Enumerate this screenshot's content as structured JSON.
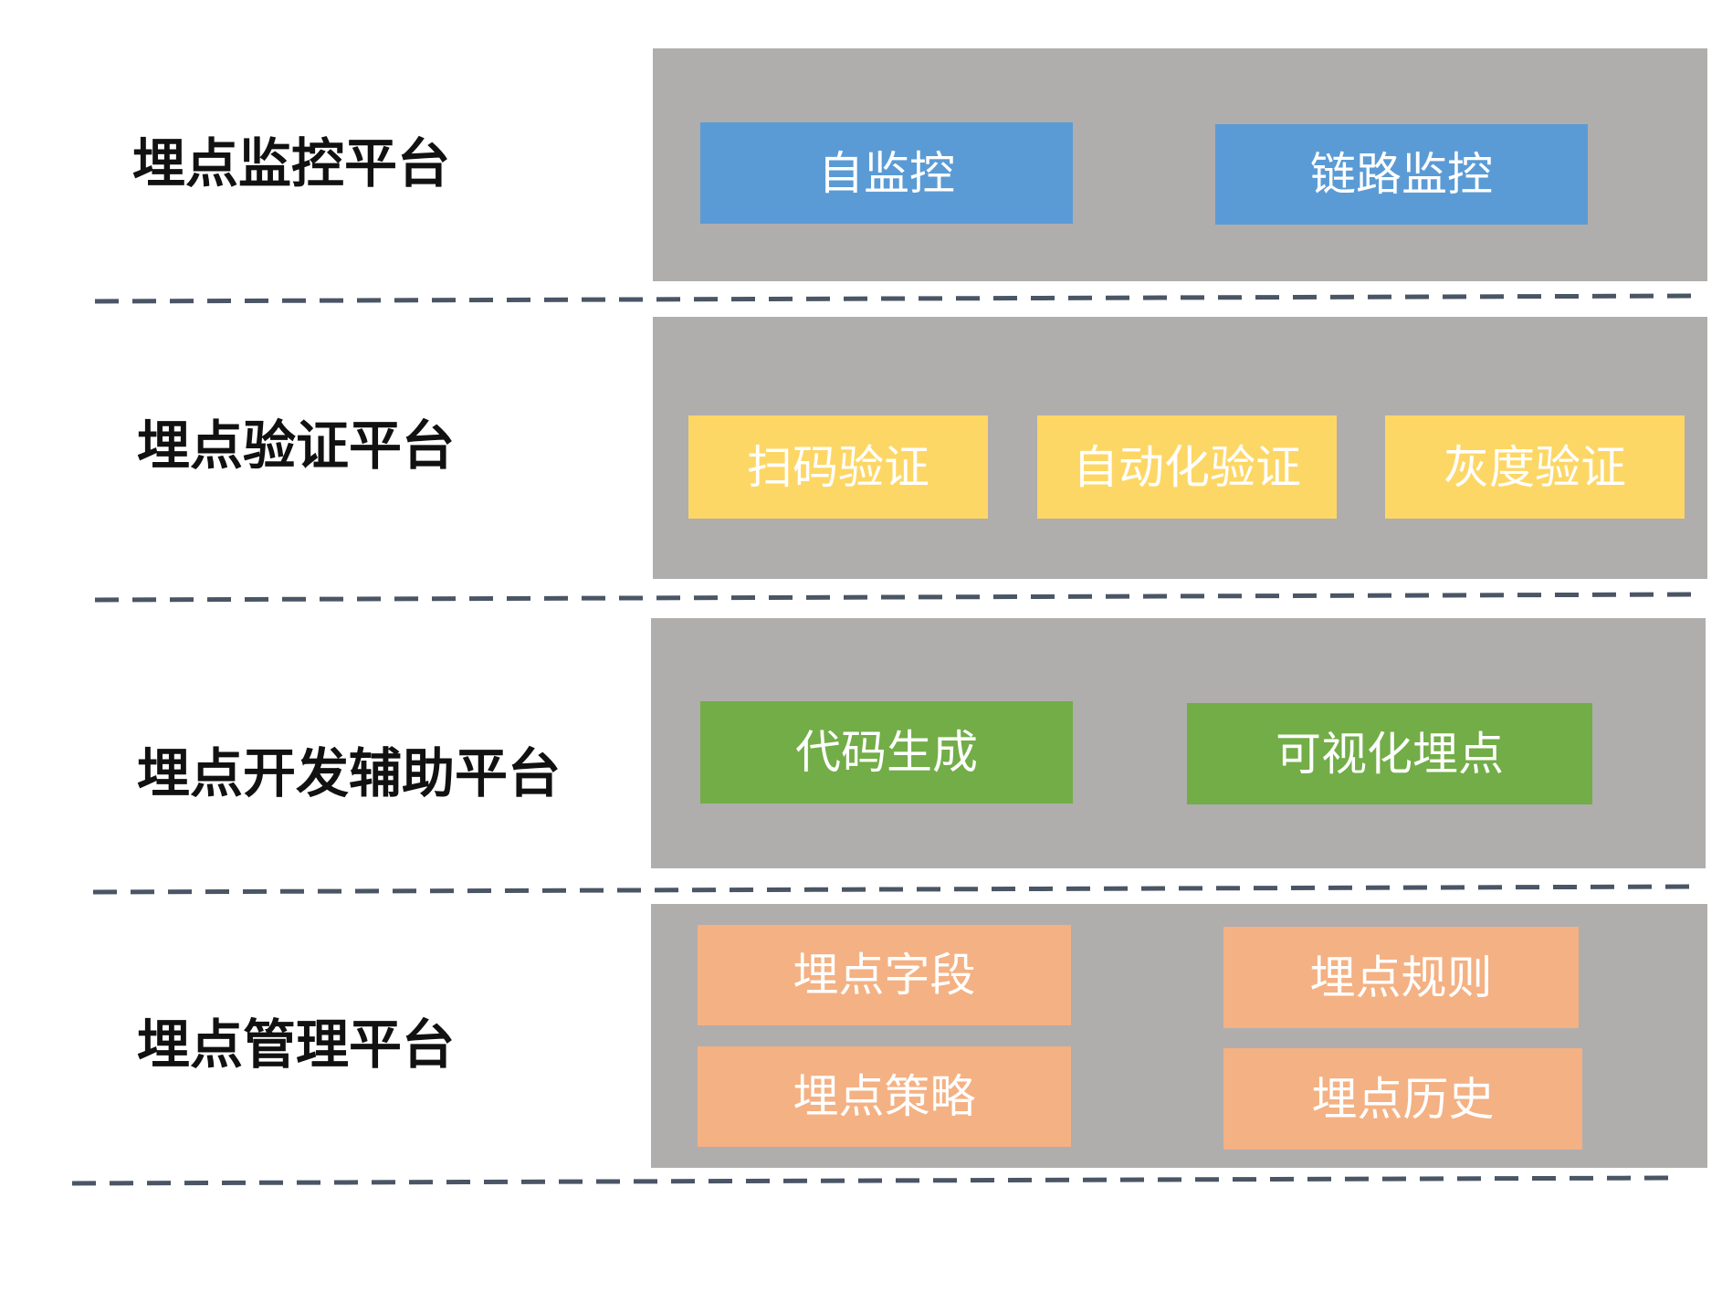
{
  "layers": [
    {
      "label": "埋点监控平台",
      "color": "#5b9bd5",
      "items": [
        "自监控",
        "链路监控"
      ]
    },
    {
      "label": "埋点验证平台",
      "color": "#fdd766",
      "items": [
        "扫码验证",
        "自动化验证",
        "灰度验证"
      ]
    },
    {
      "label": "埋点开发辅助平台",
      "color": "#72ad47",
      "items": [
        "代码生成",
        "可视化埋点"
      ]
    },
    {
      "label": "埋点管理平台",
      "color": "#f4b183",
      "items": [
        "埋点字段",
        "埋点规则",
        "埋点策略",
        "埋点历史"
      ]
    }
  ],
  "colors": {
    "panel": "#b0adad",
    "divider": "#4a5565"
  }
}
